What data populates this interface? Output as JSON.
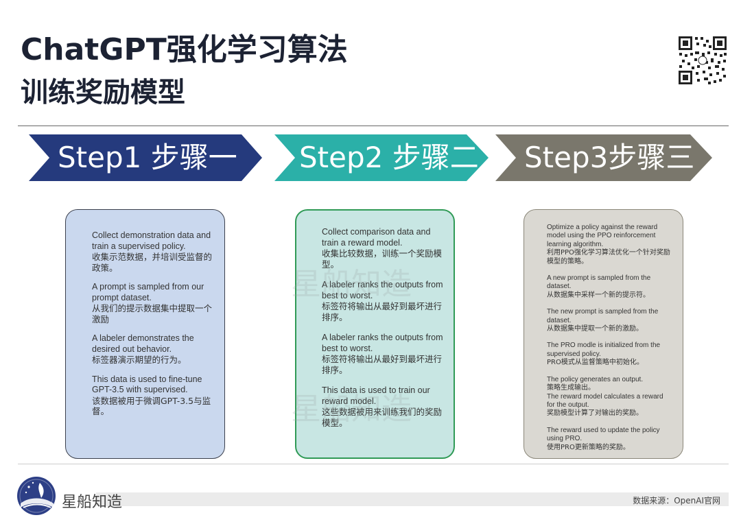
{
  "title": {
    "line1": "ChatGPT强化学习算法",
    "line2": "训练奖励模型"
  },
  "steps": [
    {
      "label": "Step1 步骤一",
      "color": "#253a7d"
    },
    {
      "label": "Step2 步骤二",
      "color": "#2bb0a8"
    },
    {
      "label": "Step3步骤三",
      "color": "#7a776c"
    }
  ],
  "cards": [
    {
      "paragraphs": [
        {
          "en": "Collect demonstration data and train a supervised policy.",
          "cn": "收集示范数据，并培训受监督的政策。"
        },
        {
          "en": "A prompt is sampled from our prompt dataset.",
          "cn": "从我们的提示数据集中提取一个激励"
        },
        {
          "en": "A labeler demonstrates the desired out behavior.",
          "cn": "标签器演示期望的行为。"
        },
        {
          "en": "This data is used to fine-tune GPT-3.5 with supervised.",
          "cn": "该数据被用于微调GPT-3.5与监督。"
        }
      ]
    },
    {
      "paragraphs": [
        {
          "en": "Collect comparison data and train a reward model.",
          "cn": "收集比较数据，训练一个奖励模型。"
        },
        {
          "en": "A labeler ranks the outputs from best to worst.",
          "cn": "标签符将输出从最好到最坏进行排序。"
        },
        {
          "en": "A labeler ranks the outputs from best to worst.",
          "cn": "标签符将输出从最好到最坏进行排序。"
        },
        {
          "en": "This data is used to train our reward model.",
          "cn": "这些数据被用来训练我们的奖励模型。"
        }
      ]
    },
    {
      "paragraphs": [
        {
          "en": "Optimize a policy against the reward model using the PPO reinforcement learning algorithm.",
          "cn": "利用PPO强化学习算法优化一个针对奖励模型的策略。"
        },
        {
          "en": "A new prompt is sampled from the dataset.",
          "cn": "从数据集中采样一个新的提示符。"
        },
        {
          "en": "The new prompt is sampled from the dataset.",
          "cn": "从数据集中提取一个新的激励。"
        },
        {
          "en": "The PRO modle is initialized from the supervised policy.",
          "cn": "PRO模式从监督策略中初始化。"
        },
        {
          "en": "The policy generates an output.",
          "cn": "策略生成输出。"
        },
        {
          "en": "The reward model calculates a reward for the output.",
          "cn": "奖励模型计算了对输出的奖励。"
        },
        {
          "en": "The reward used to update the policy using PRO.",
          "cn": "使用PRO更新策略的奖励。"
        }
      ]
    }
  ],
  "watermark": "星船知造",
  "footer": {
    "brand": "星船知造",
    "source": "数据来源：OpenAI官网"
  }
}
